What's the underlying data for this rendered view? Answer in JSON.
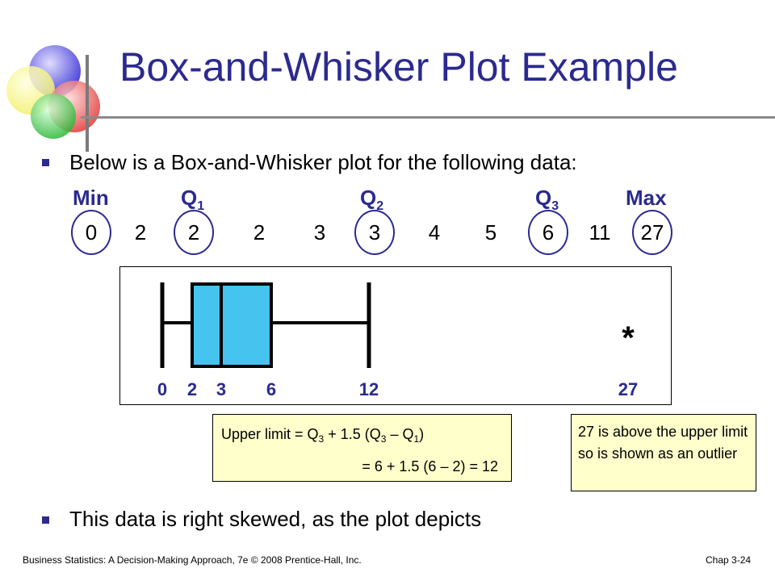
{
  "slide": {
    "title": "Box-and-Whisker Plot Example",
    "bullet1": "Below is a Box-and-Whisker plot for the following data:",
    "bullet2": "This data is right skewed, as the plot depicts"
  },
  "labels": {
    "min": "Min",
    "q": "Q",
    "q1_sub": "1",
    "q2_sub": "2",
    "q3_sub": "3",
    "max": "Max"
  },
  "data_values": [
    "0",
    "2",
    "2",
    "2",
    "3",
    "3",
    "4",
    "5",
    "6",
    "11",
    "27"
  ],
  "chart_data": {
    "type": "box",
    "min": 0,
    "q1": 2,
    "median": 3,
    "q3": 6,
    "whisker_high": 12,
    "outlier": 27,
    "outlier_marker": "*",
    "tick_labels": [
      "0",
      "2",
      "3",
      "6",
      "12",
      "27"
    ],
    "tick_values": [
      0,
      2,
      3,
      6,
      12,
      27
    ],
    "box_color": "#45c4f0"
  },
  "notes": {
    "limit_prefix": "Upper limit = Q",
    "limit_mid1": " + 1.5 (Q",
    "limit_mid2": " – Q",
    "limit_end": ")",
    "sub3": "3",
    "sub1": "1",
    "limit_line2": "= 6 + 1.5 (6 – 2) = 12",
    "outlier_note": "27 is above the upper limit so is shown as an outlier"
  },
  "footer": {
    "left": "Business Statistics: A Decision-Making Approach, 7e © 2008 Prentice-Hall, Inc.",
    "right": "Chap 3-24"
  },
  "colors": {
    "accent": "#2b2a8f",
    "note_bg": "#ffffcc"
  }
}
